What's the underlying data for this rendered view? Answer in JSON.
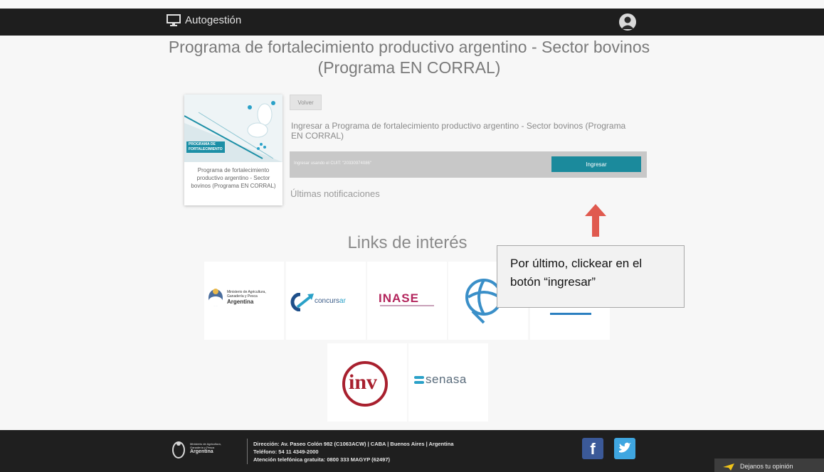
{
  "topbar": {
    "brand_label": "Autogestión",
    "icons": {
      "brand": "monitor-icon",
      "user": "user-avatar-icon"
    }
  },
  "main": {
    "title": "Programa de fortalecimiento productivo argentino - Sector bovinos (Programa EN CORRAL)",
    "card": {
      "badge_line1": "PROGRAMA DE",
      "badge_line2": "FORTALECIMIENTO",
      "caption": "Programa de fortalecimiento productivo argentino - Sector bovinos (Programa EN CORRAL)"
    },
    "back_label": "Volver",
    "enter_heading": "Ingresar a Programa de fortalecimiento productivo argentino - Sector bovinos (Programa EN CORRAL)",
    "login_text": "Ingresar usando el CUIT: \"20330974086\"",
    "enter_button_label": "Ingresar",
    "notifications_heading": "Últimas notificaciones"
  },
  "links": {
    "title": "Links de interés",
    "ministerio": {
      "line1": "Ministerio de Agricultura,",
      "line2": "Ganadería y Pesca",
      "line3": "Argentina"
    },
    "concursar": {
      "part1": "concurs",
      "part2": "ar"
    },
    "inase": {
      "label": "INASE"
    },
    "inv": {
      "label": "inv"
    },
    "senasa": {
      "label": "senasa"
    }
  },
  "annotation": {
    "callout_text": "Por último, clickear en el botón “ingresar”",
    "arrow_color": "#e05a4f"
  },
  "footer": {
    "logo_line1": "Ministerio de Agricultura,",
    "logo_line2": "Ganadería y Pesca",
    "logo_line3": "Argentina",
    "address": "Dirección: Av. Paseo Colón 982 (C1063ACW) | CABA | Buenos Aires | Argentina",
    "phone": "Teléfono: 54 11 4349-2000",
    "toll_free": "Atención telefónica gratuita: 0800 333 MAGYP (62497)",
    "feedback_label": "Dejanos tu opinión"
  },
  "colors": {
    "topbar": "#1e1e1e",
    "accent": "#1b8a9c",
    "footer": "#1f1f1f"
  }
}
